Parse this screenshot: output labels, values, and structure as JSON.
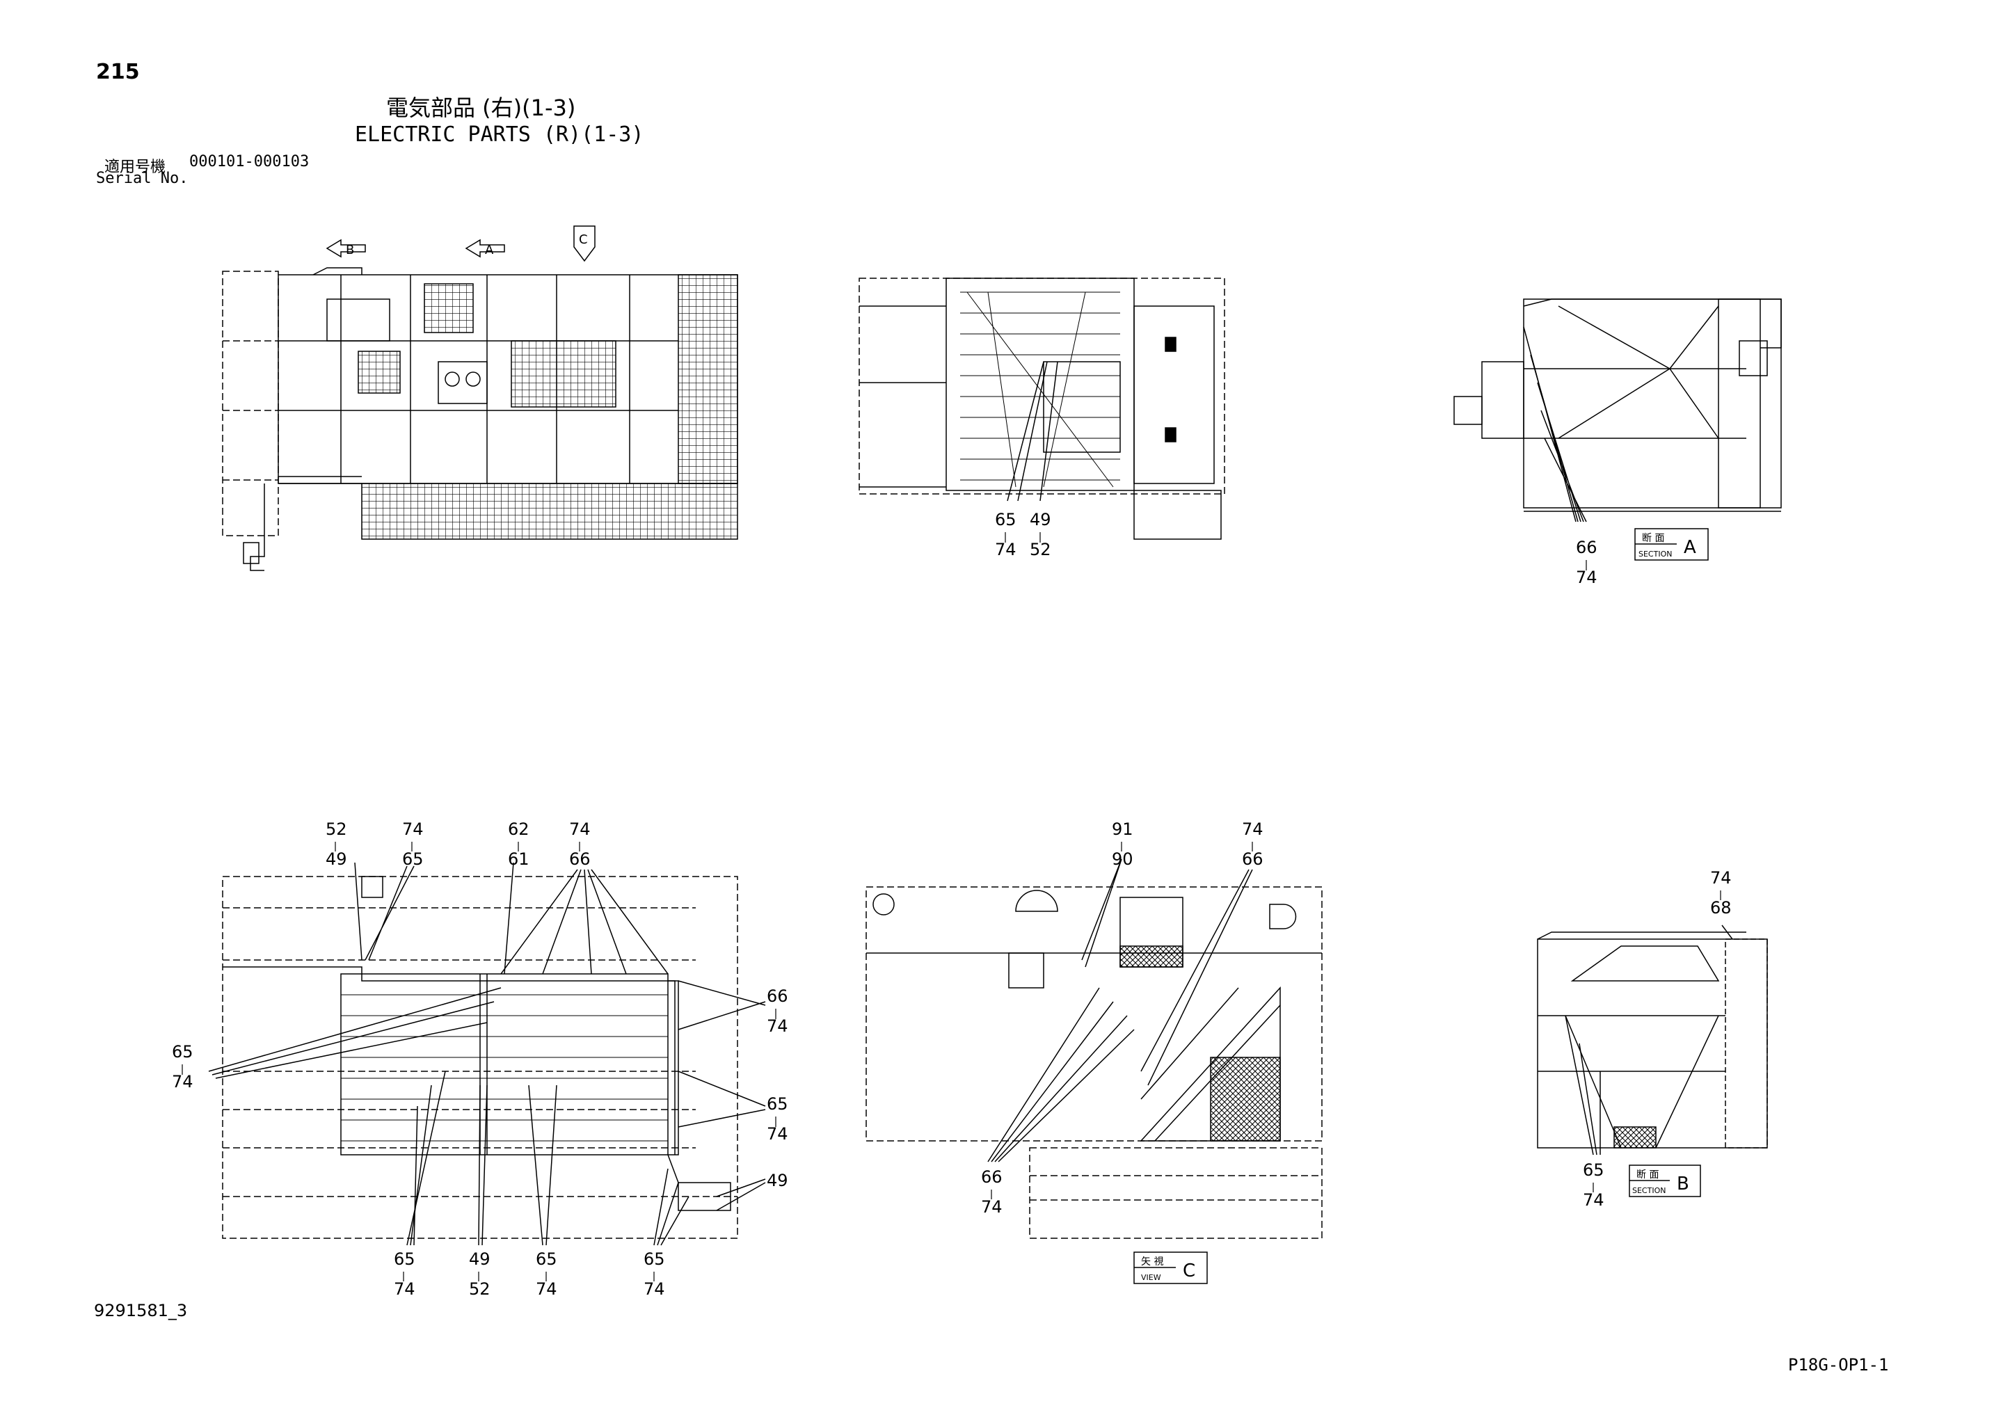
{
  "header": {
    "page_number": "215",
    "title_jp": "電気部品 (右)(1-3)",
    "title_en": "ELECTRIC PARTS (R)(1-3)",
    "serial_label_jp": "適用号機",
    "serial_value": "000101-000103",
    "serial_label_en": "Serial No."
  },
  "footer": {
    "drawing_number": "9291581_3",
    "page_code": "P18G-OP1-1"
  },
  "view_arrows": {
    "b": "B",
    "a": "A",
    "c": "C"
  },
  "section_a": {
    "jp": "断 面",
    "en": "SECTION",
    "letter": "A"
  },
  "section_b": {
    "jp": "断 面",
    "en": "SECTION",
    "letter": "B"
  },
  "view_c": {
    "jp": "矢 視",
    "en": "VIEW",
    "letter": "C"
  },
  "callouts": {
    "tc_65": "65",
    "tc_74": "74",
    "tc_49": "49",
    "tc_52": "52",
    "tr_66": "66",
    "tr_74": "74",
    "bl_52": "52",
    "bl_49": "49",
    "bl_74a": "74",
    "bl_65a": "65",
    "bl_62": "62",
    "bl_61": "61",
    "bl_74b": "74",
    "bl_66b": "66",
    "bl_65l": "65",
    "bl_74l": "74",
    "bl_66r": "66",
    "bl_74r": "74",
    "bl_65r": "65",
    "bl_74r2": "74",
    "bl_49r": "49",
    "bl_65b1": "65",
    "bl_74b1": "74",
    "bl_49b": "49",
    "bl_52b": "52",
    "bl_65b2": "65",
    "bl_74b2": "74",
    "bl_65b3": "65",
    "bl_74b3": "74",
    "bc_91": "91",
    "bc_90": "90",
    "bc_74": "74",
    "bc_66": "66",
    "bc_66b": "66",
    "bc_74b": "74",
    "br_74": "74",
    "br_68": "68",
    "br_65": "65",
    "br_74b": "74"
  }
}
